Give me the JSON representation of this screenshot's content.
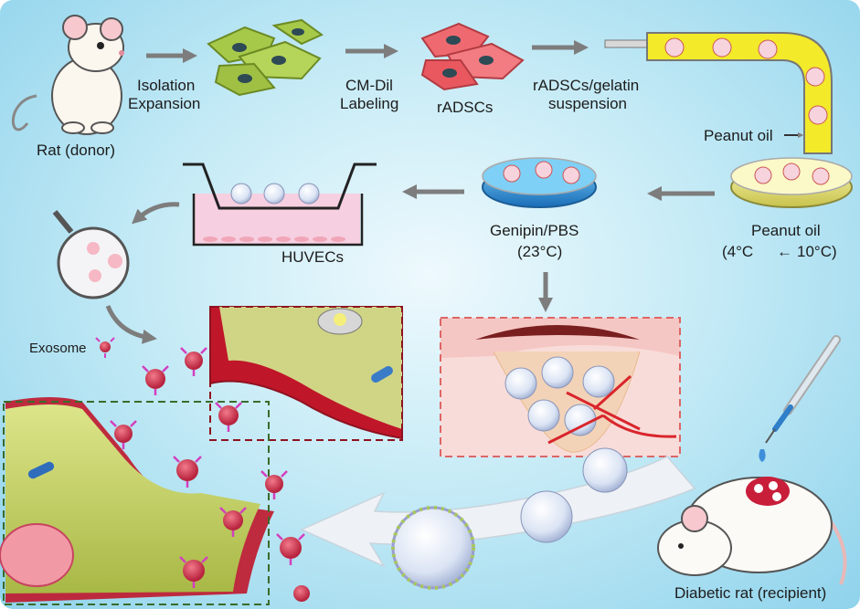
{
  "labels": {
    "donor": "Rat (donor)",
    "isolation_1": "Isolation",
    "isolation_2": "Expansion",
    "cm_1": "CM-Dil",
    "cm_2": "Labeling",
    "radscs": "rADSCs",
    "suspension_1": "rADSCs/gelatin",
    "suspension_2": "suspension",
    "peanut_oil_tube": "Peanut oil",
    "genipin_1": "Genipin/PBS",
    "genipin_2": "(23°C)",
    "peanut_oil_dish_1": "Peanut oil",
    "peanut_oil_dish_2": "(4°C",
    "peanut_oil_dish_3": "10°C)",
    "huvecs": "HUVECs",
    "exosome": "Exosome",
    "recipient": "Diabetic rat (recipient)"
  },
  "colors": {
    "arrow": "#7d7d7d",
    "cell_green": "#a7c94a",
    "cell_red": "#ef6a70",
    "tube_yellow": "#f3ea2a",
    "skin_pink": "#f5c7c4",
    "vessel_red": "#d9252c",
    "dish_blue": "#2a8fd6"
  }
}
